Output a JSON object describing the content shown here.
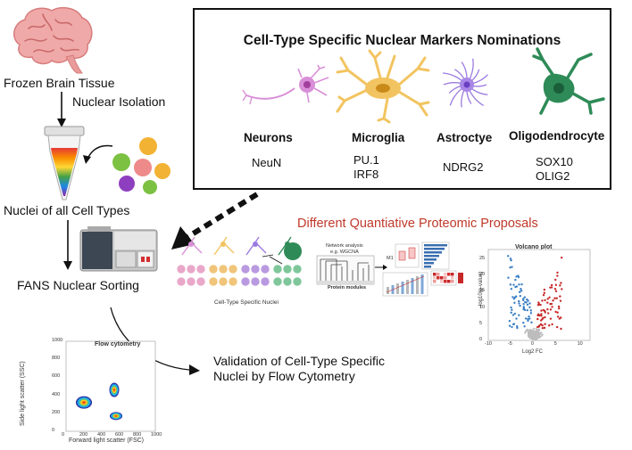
{
  "left_flow": {
    "frozen": "Frozen Brain Tissue",
    "isolation": "Nuclear Isolation",
    "nuclei": "Nuclei of all Cell Types",
    "fans": "FANS Nuclear Sorting",
    "validation_line1": "Validation of Cell-Type Specific",
    "validation_line2": "Nuclei by Flow Cytometry"
  },
  "marker_box": {
    "title": "Cell-Type Specific Nuclear Markers Nominations",
    "cells": [
      {
        "name": "Neurons",
        "markers": [
          "NeuN"
        ],
        "color": "#b04fb0"
      },
      {
        "name": "Microglia",
        "markers": [
          "PU.1",
          "IRF8"
        ],
        "color": "#e8b84a"
      },
      {
        "name": "Astroctye",
        "markers": [
          "NDRG2"
        ],
        "color": "#8a6ad0"
      },
      {
        "name": "Oligodendrocyte",
        "markers": [
          "SOX10",
          "OLIG2"
        ],
        "color": "#2e8b57"
      }
    ]
  },
  "proteomics": {
    "title": "Different Quantiative Proteomic Proposals",
    "nuclei_label": "Cell-Type Specific Nuclei",
    "network_label1": "Network analysis",
    "network_label2": "e.g. WGCNA",
    "modules_label": "Protein modules",
    "mini_label": "M1"
  },
  "volcano": {
    "title": "Volcano plot",
    "xlabel": "Log2 FC",
    "ylabel": "-log10(p-value)",
    "xticks": [
      "-10",
      "-5",
      "0",
      "5",
      "10"
    ],
    "yticks": [
      "0",
      "5",
      "10",
      "15",
      "20",
      "25"
    ]
  },
  "flow": {
    "title": "Flow cytometry",
    "xlabel": "Forward light scatter (FSC)",
    "ylabel": "Side light scatter (SSC)",
    "xticks": [
      "0",
      "200",
      "400",
      "600",
      "800",
      "1000"
    ],
    "yticks": [
      "0",
      "200",
      "400",
      "600",
      "800",
      "1000"
    ]
  },
  "colors": {
    "accent_red": "#c0392b",
    "volcano_blue": "#3a7fc4",
    "volcano_red": "#c62828"
  },
  "icons": [
    "brain-icon",
    "tube-icon",
    "beads-icon",
    "sorter-icon",
    "dashed-arrow-icon"
  ]
}
